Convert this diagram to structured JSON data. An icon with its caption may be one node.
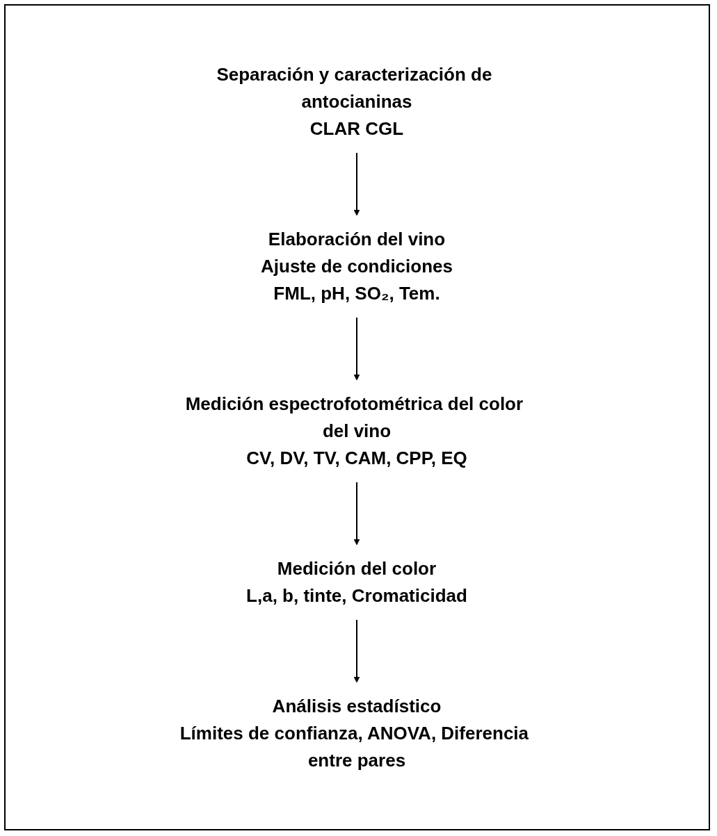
{
  "diagram": {
    "nodes": [
      {
        "text": [
          "Separación y caracterización de antocianinas",
          "CLAR CGL"
        ]
      },
      {
        "text": [
          "Elaboración del vino",
          "Ajuste de condiciones",
          "FML, pH, SO₂, Tem."
        ]
      },
      {
        "text": [
          "Medición espectrofotométrica del color del vino",
          "CV, DV, TV, CAM, CPP, EQ"
        ]
      },
      {
        "text": [
          "Medición del color",
          "L,a, b, tinte, Cromaticidad"
        ]
      },
      {
        "text": [
          "Análisis estadístico",
          "Límites de confianza, ANOVA, Diferencia entre pares"
        ]
      }
    ],
    "edges": [
      {
        "from": 0,
        "to": 1,
        "arrow": "to"
      },
      {
        "from": 1,
        "to": 2,
        "arrow": "to"
      },
      {
        "from": 2,
        "to": 3,
        "arrow": "to"
      },
      {
        "from": 3,
        "to": 4,
        "arrow": "to"
      }
    ]
  }
}
